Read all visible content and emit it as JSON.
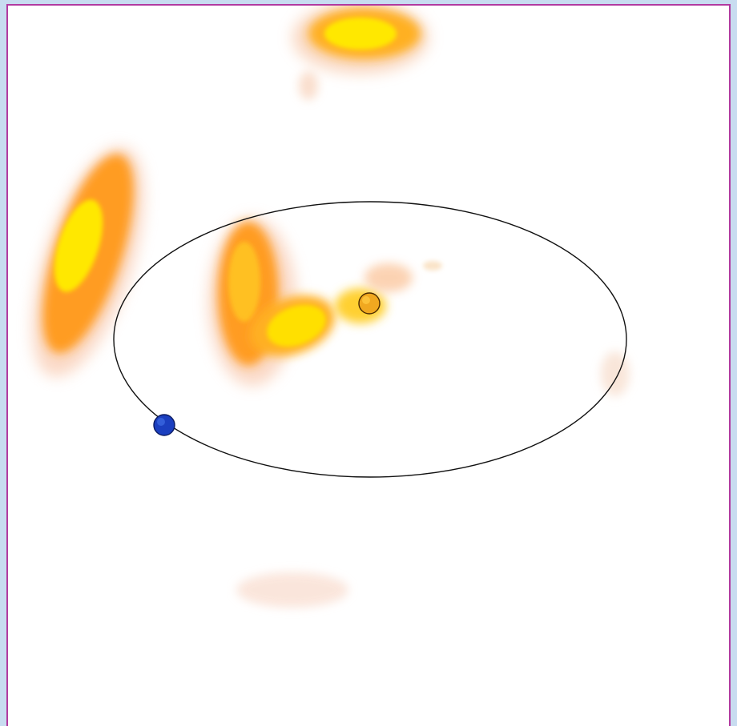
{
  "colors": {
    "frame_border": "#b23aa0",
    "background": "#ffffff",
    "outer_background": "#c8dcf0",
    "orbit_stroke": "#111111",
    "star_fill": "#f0a820",
    "planet_fill": "#1b3fbf",
    "blob_core": "#ffe800",
    "blob_mid": "#ffb020",
    "blob_edge": "#f5a050"
  },
  "scene": {
    "objects": [
      {
        "name": "orbit",
        "icon": "ellipse-orbit"
      },
      {
        "name": "star",
        "icon": "star-dot"
      },
      {
        "name": "planet",
        "icon": "planet-dot"
      }
    ]
  }
}
